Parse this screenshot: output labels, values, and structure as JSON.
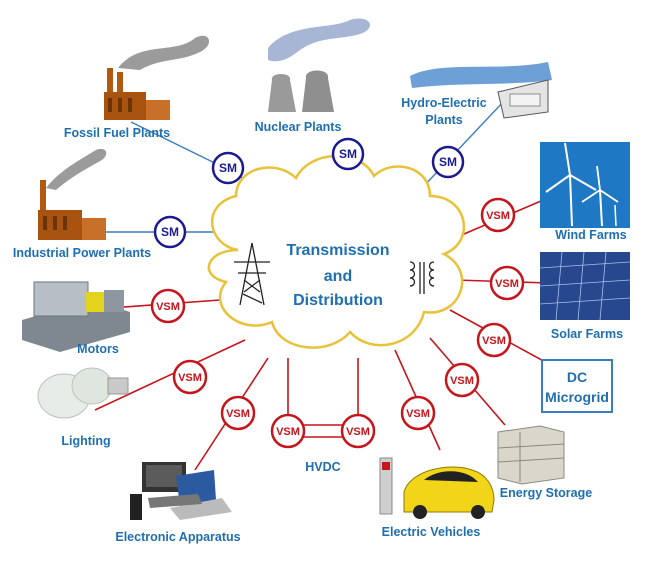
{
  "center": {
    "line1": "Transmission",
    "line2": "and",
    "line3": "Distribution"
  },
  "machine_labels": {
    "sm": "SM",
    "vsm": "VSM"
  },
  "labels": {
    "fossil": "Fossil Fuel Plants",
    "nuclear": "Nuclear Plants",
    "hydro1": "Hydro-Electric",
    "hydro2": "Plants",
    "industrial": "Industrial Power Plants",
    "motors": "Motors",
    "lighting": "Lighting",
    "electronic": "Electronic Apparatus",
    "hvdc": "HVDC",
    "ev": "Electric Vehicles",
    "storage": "Energy Storage",
    "wind": "Wind Farms",
    "solar": "Solar Farms",
    "dc1": "DC",
    "dc2": "Microgrid"
  },
  "colors": {
    "sm": "#1b1b8f",
    "vsm": "#c4161c",
    "label": "#1f6fb0",
    "cloud_stroke": "#e8c23a"
  }
}
